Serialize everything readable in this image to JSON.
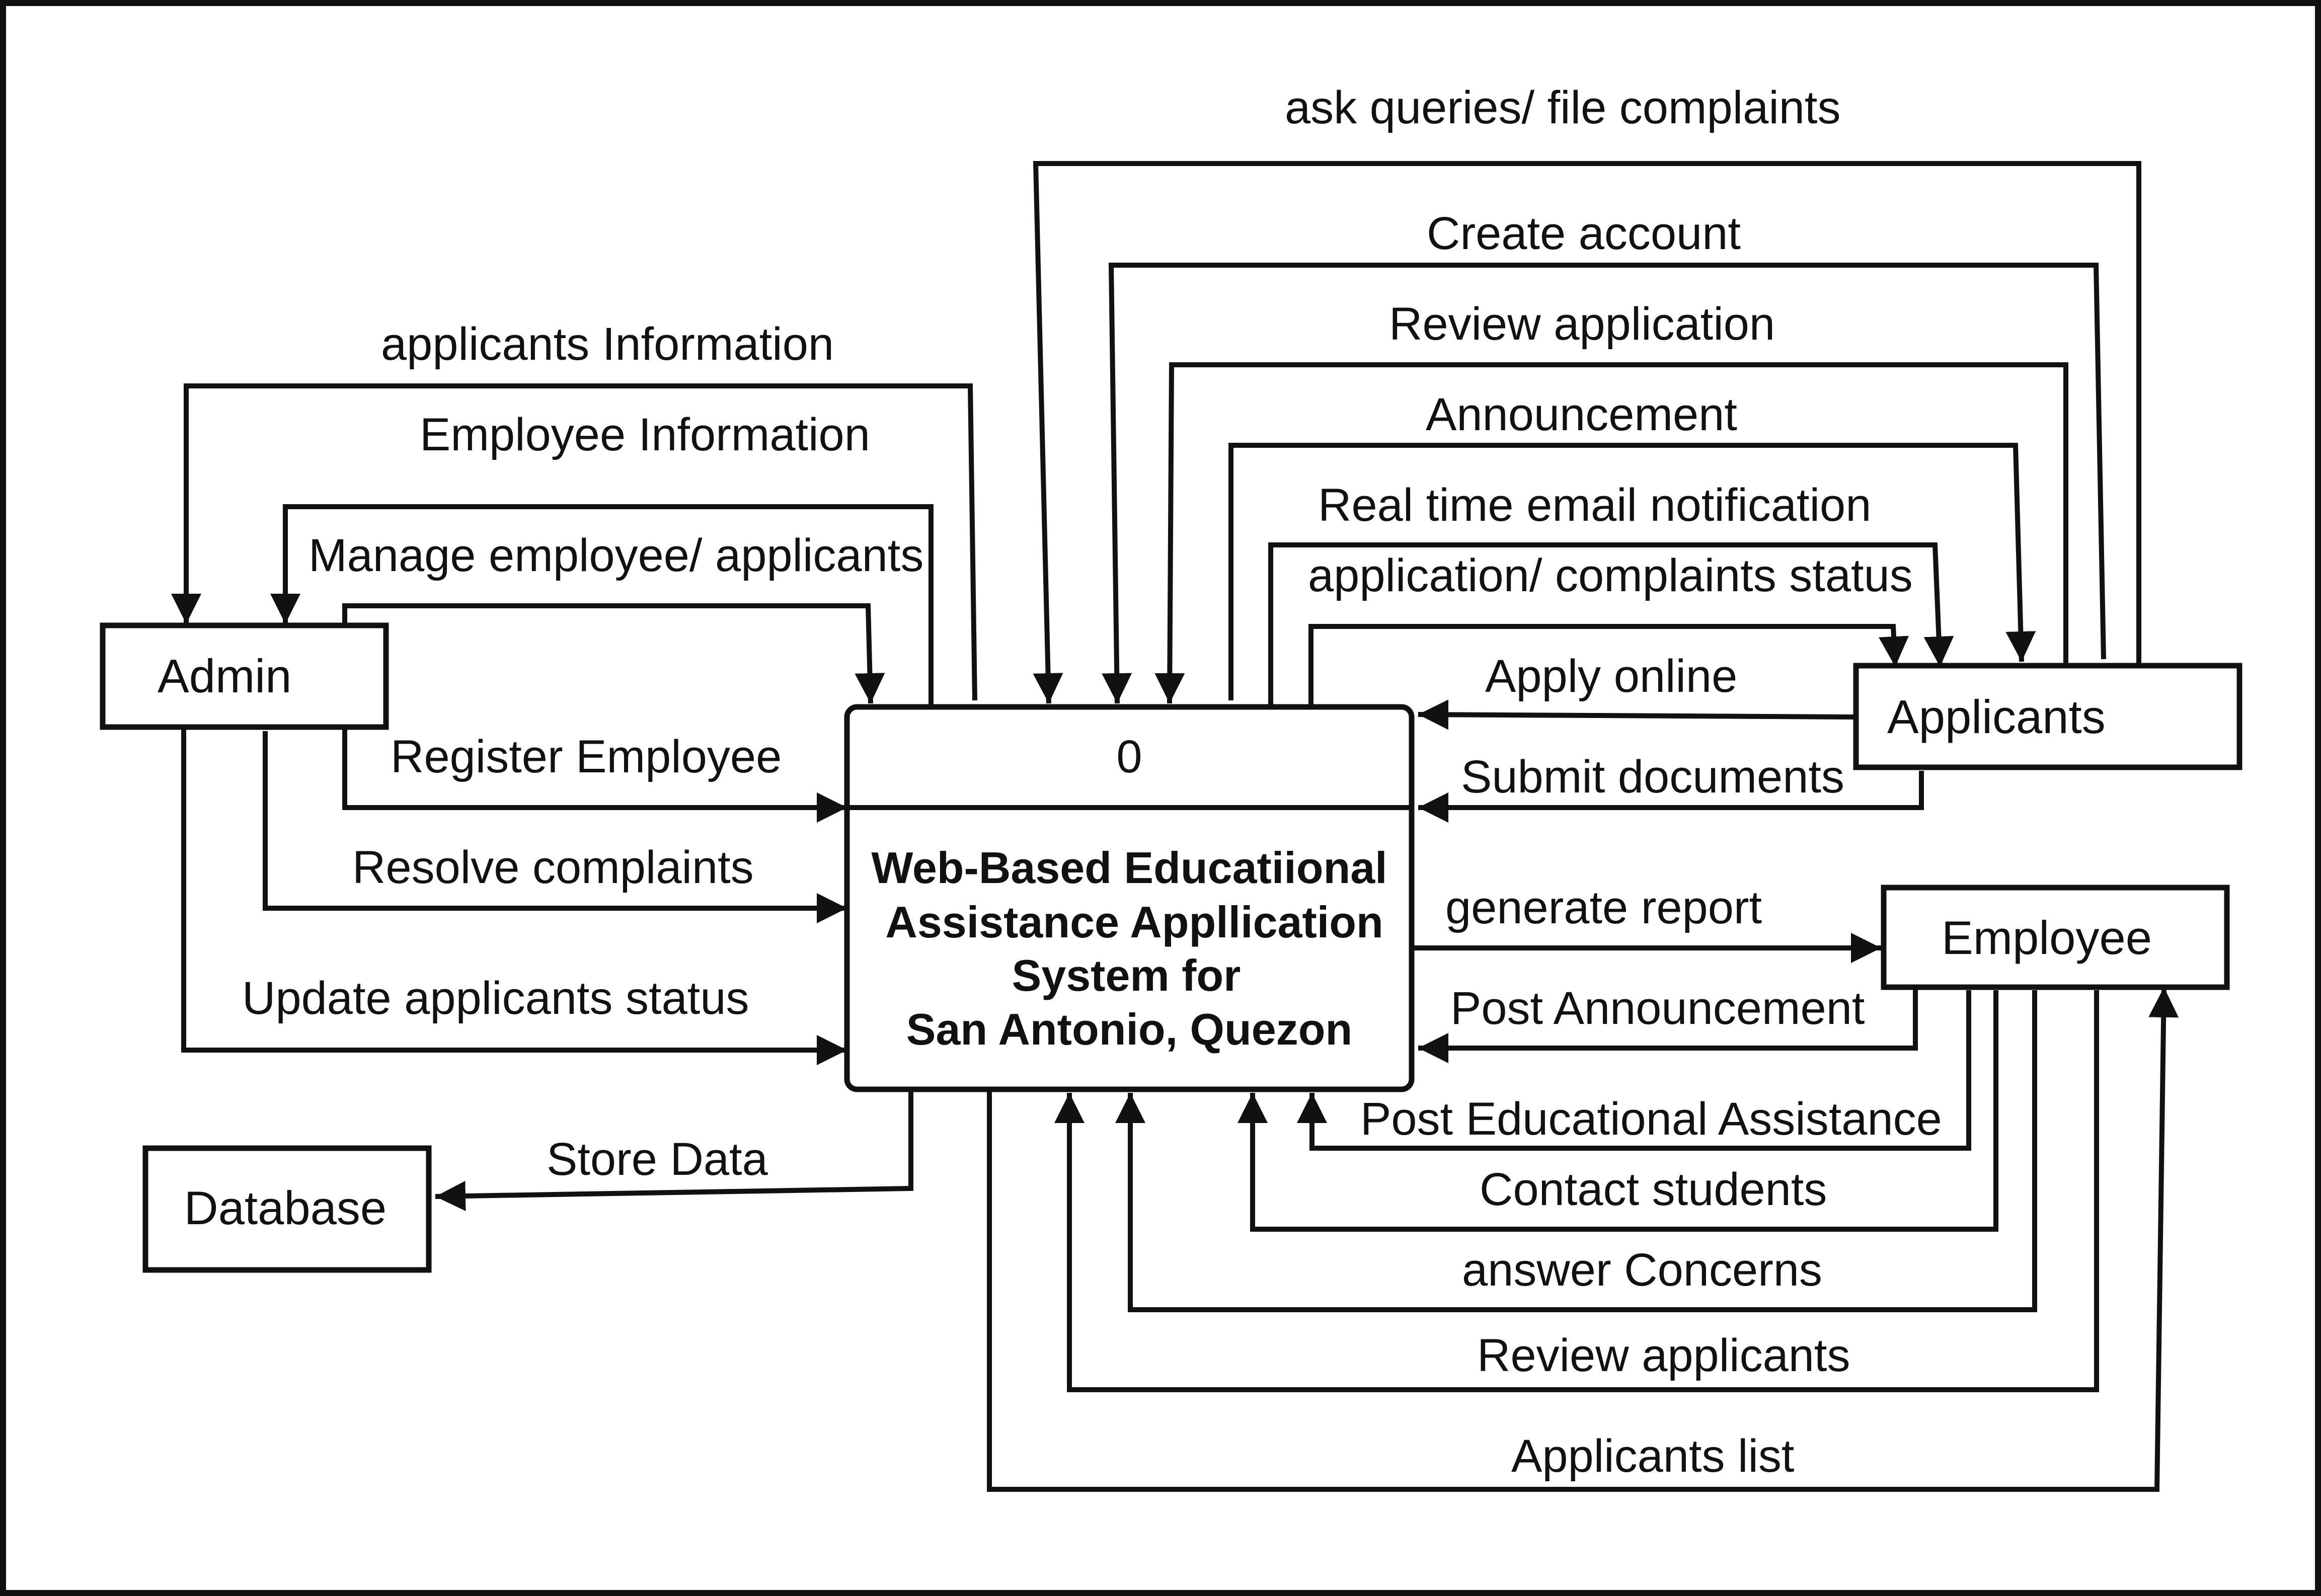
{
  "diagram": {
    "process": {
      "number": "0",
      "title_lines": [
        "Web-Based Educatiional",
        "Assistance  Appllication",
        "System for",
        "San Antonio, Quezon"
      ]
    },
    "entities": {
      "admin": "Admin",
      "applicants": "Applicants",
      "employee": "Employee",
      "database": "Database"
    },
    "flows": {
      "applicants_information": "applicants Information",
      "employee_information": "Employee Information",
      "manage_employee_applicants": "Manage employee/ applicants",
      "register_employee": "Register Employee",
      "resolve_complaints": "Resolve complaints",
      "update_applicants_status": "Update applicants status",
      "store_data": "Store Data",
      "ask_queries": "ask queries/ file complaints",
      "create_account": "Create account",
      "review_application": "Review application",
      "announcement": "Announcement",
      "real_time_email": "Real time email notification",
      "application_status": "application/ complaints status",
      "apply_online": "Apply online",
      "submit_documents": "Submit documents",
      "generate_report": "generate report",
      "post_announcement": "Post Announcement",
      "post_educational_assistance": "Post Educational Assistance",
      "contact_students": "Contact students",
      "answer_concerns": "answer Concerns",
      "review_applicants": "Review applicants",
      "applicants_list": "Applicants list"
    }
  },
  "colors": {
    "stroke": "#111111",
    "background": "#ffffff"
  }
}
